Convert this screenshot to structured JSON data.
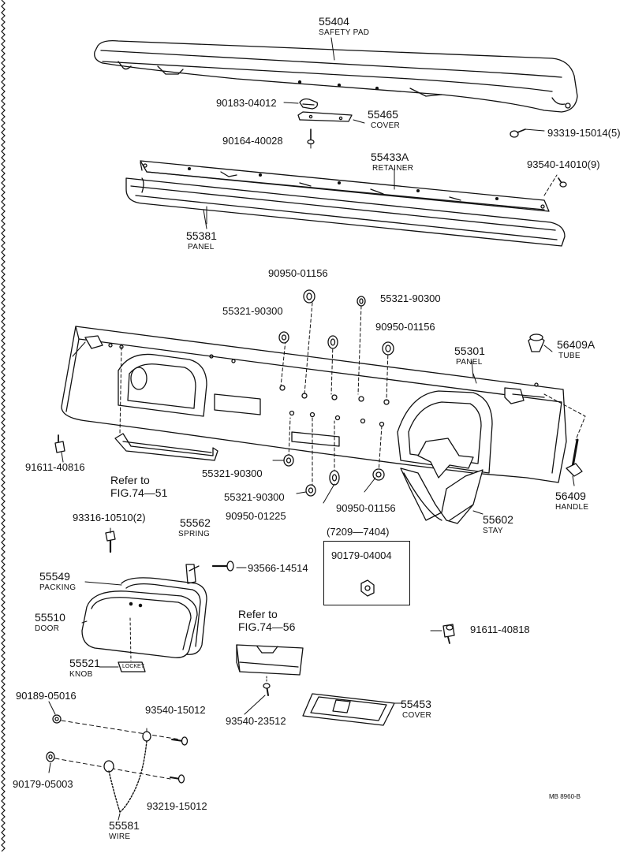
{
  "parts": {
    "p55404": {
      "num": "55404",
      "name": "SAFETY PAD"
    },
    "p90183": {
      "num": "90183-04012"
    },
    "p55465": {
      "num": "55465",
      "name": "COVER"
    },
    "p90164": {
      "num": "90164-40028"
    },
    "p93319": {
      "num": "93319-15014",
      "qty": "(5)"
    },
    "p55433": {
      "num": "55433A",
      "name": "RETAINER"
    },
    "p93540a": {
      "num": "93540-14010",
      "qty": "(9)"
    },
    "p55381": {
      "num": "55381",
      "name": "PANEL"
    },
    "p90950a": {
      "num": "90950-01156"
    },
    "p55321a": {
      "num": "55321-90300"
    },
    "p55321b": {
      "num": "55321-90300"
    },
    "p90950b": {
      "num": "90950-01156"
    },
    "p55301": {
      "num": "55301",
      "name": "PANEL"
    },
    "p56409a": {
      "num": "56409A",
      "name": "TUBE"
    },
    "p91611a": {
      "num": "91611-40816"
    },
    "p55321c": {
      "num": "55321-90300"
    },
    "p55321d": {
      "num": "55321-90300"
    },
    "p90950c": {
      "num": "90950-01225"
    },
    "p90950d": {
      "num": "90950-01156"
    },
    "p56409": {
      "num": "56409",
      "name": "HANDLE"
    },
    "p55602": {
      "num": "55602",
      "name": "STAY"
    },
    "p93316": {
      "num": "93316-10510",
      "qty": "(2)"
    },
    "p55562": {
      "num": "55562",
      "name": "SPRING"
    },
    "p55549": {
      "num": "55549",
      "name": "PACKING"
    },
    "p93566": {
      "num": "93566-14514"
    },
    "p55510": {
      "num": "55510",
      "name": "DOOR"
    },
    "p55521": {
      "num": "55521",
      "name": "KNOB"
    },
    "p90179a": {
      "num": "90179-04004"
    },
    "p91611b": {
      "num": "91611-40818"
    },
    "p90189": {
      "num": "90189-05016"
    },
    "p93540b": {
      "num": "93540-15012"
    },
    "p93540c": {
      "num": "93540-23512"
    },
    "p55453": {
      "num": "55453",
      "name": "COVER"
    },
    "p90179b": {
      "num": "90179-05003"
    },
    "p93219": {
      "num": "93219-15012"
    },
    "p55581": {
      "num": "55581",
      "name": "WIRE"
    }
  },
  "refs": {
    "fig7451": {
      "line1": "Refer to",
      "line2": "FIG.74—51"
    },
    "fig7456": {
      "line1": "Refer to",
      "line2": "FIG.74—56"
    }
  },
  "inset": {
    "range": "(7209—7404)"
  },
  "knob_text": "LOCKET",
  "drawing_code": "MB  8960-B"
}
